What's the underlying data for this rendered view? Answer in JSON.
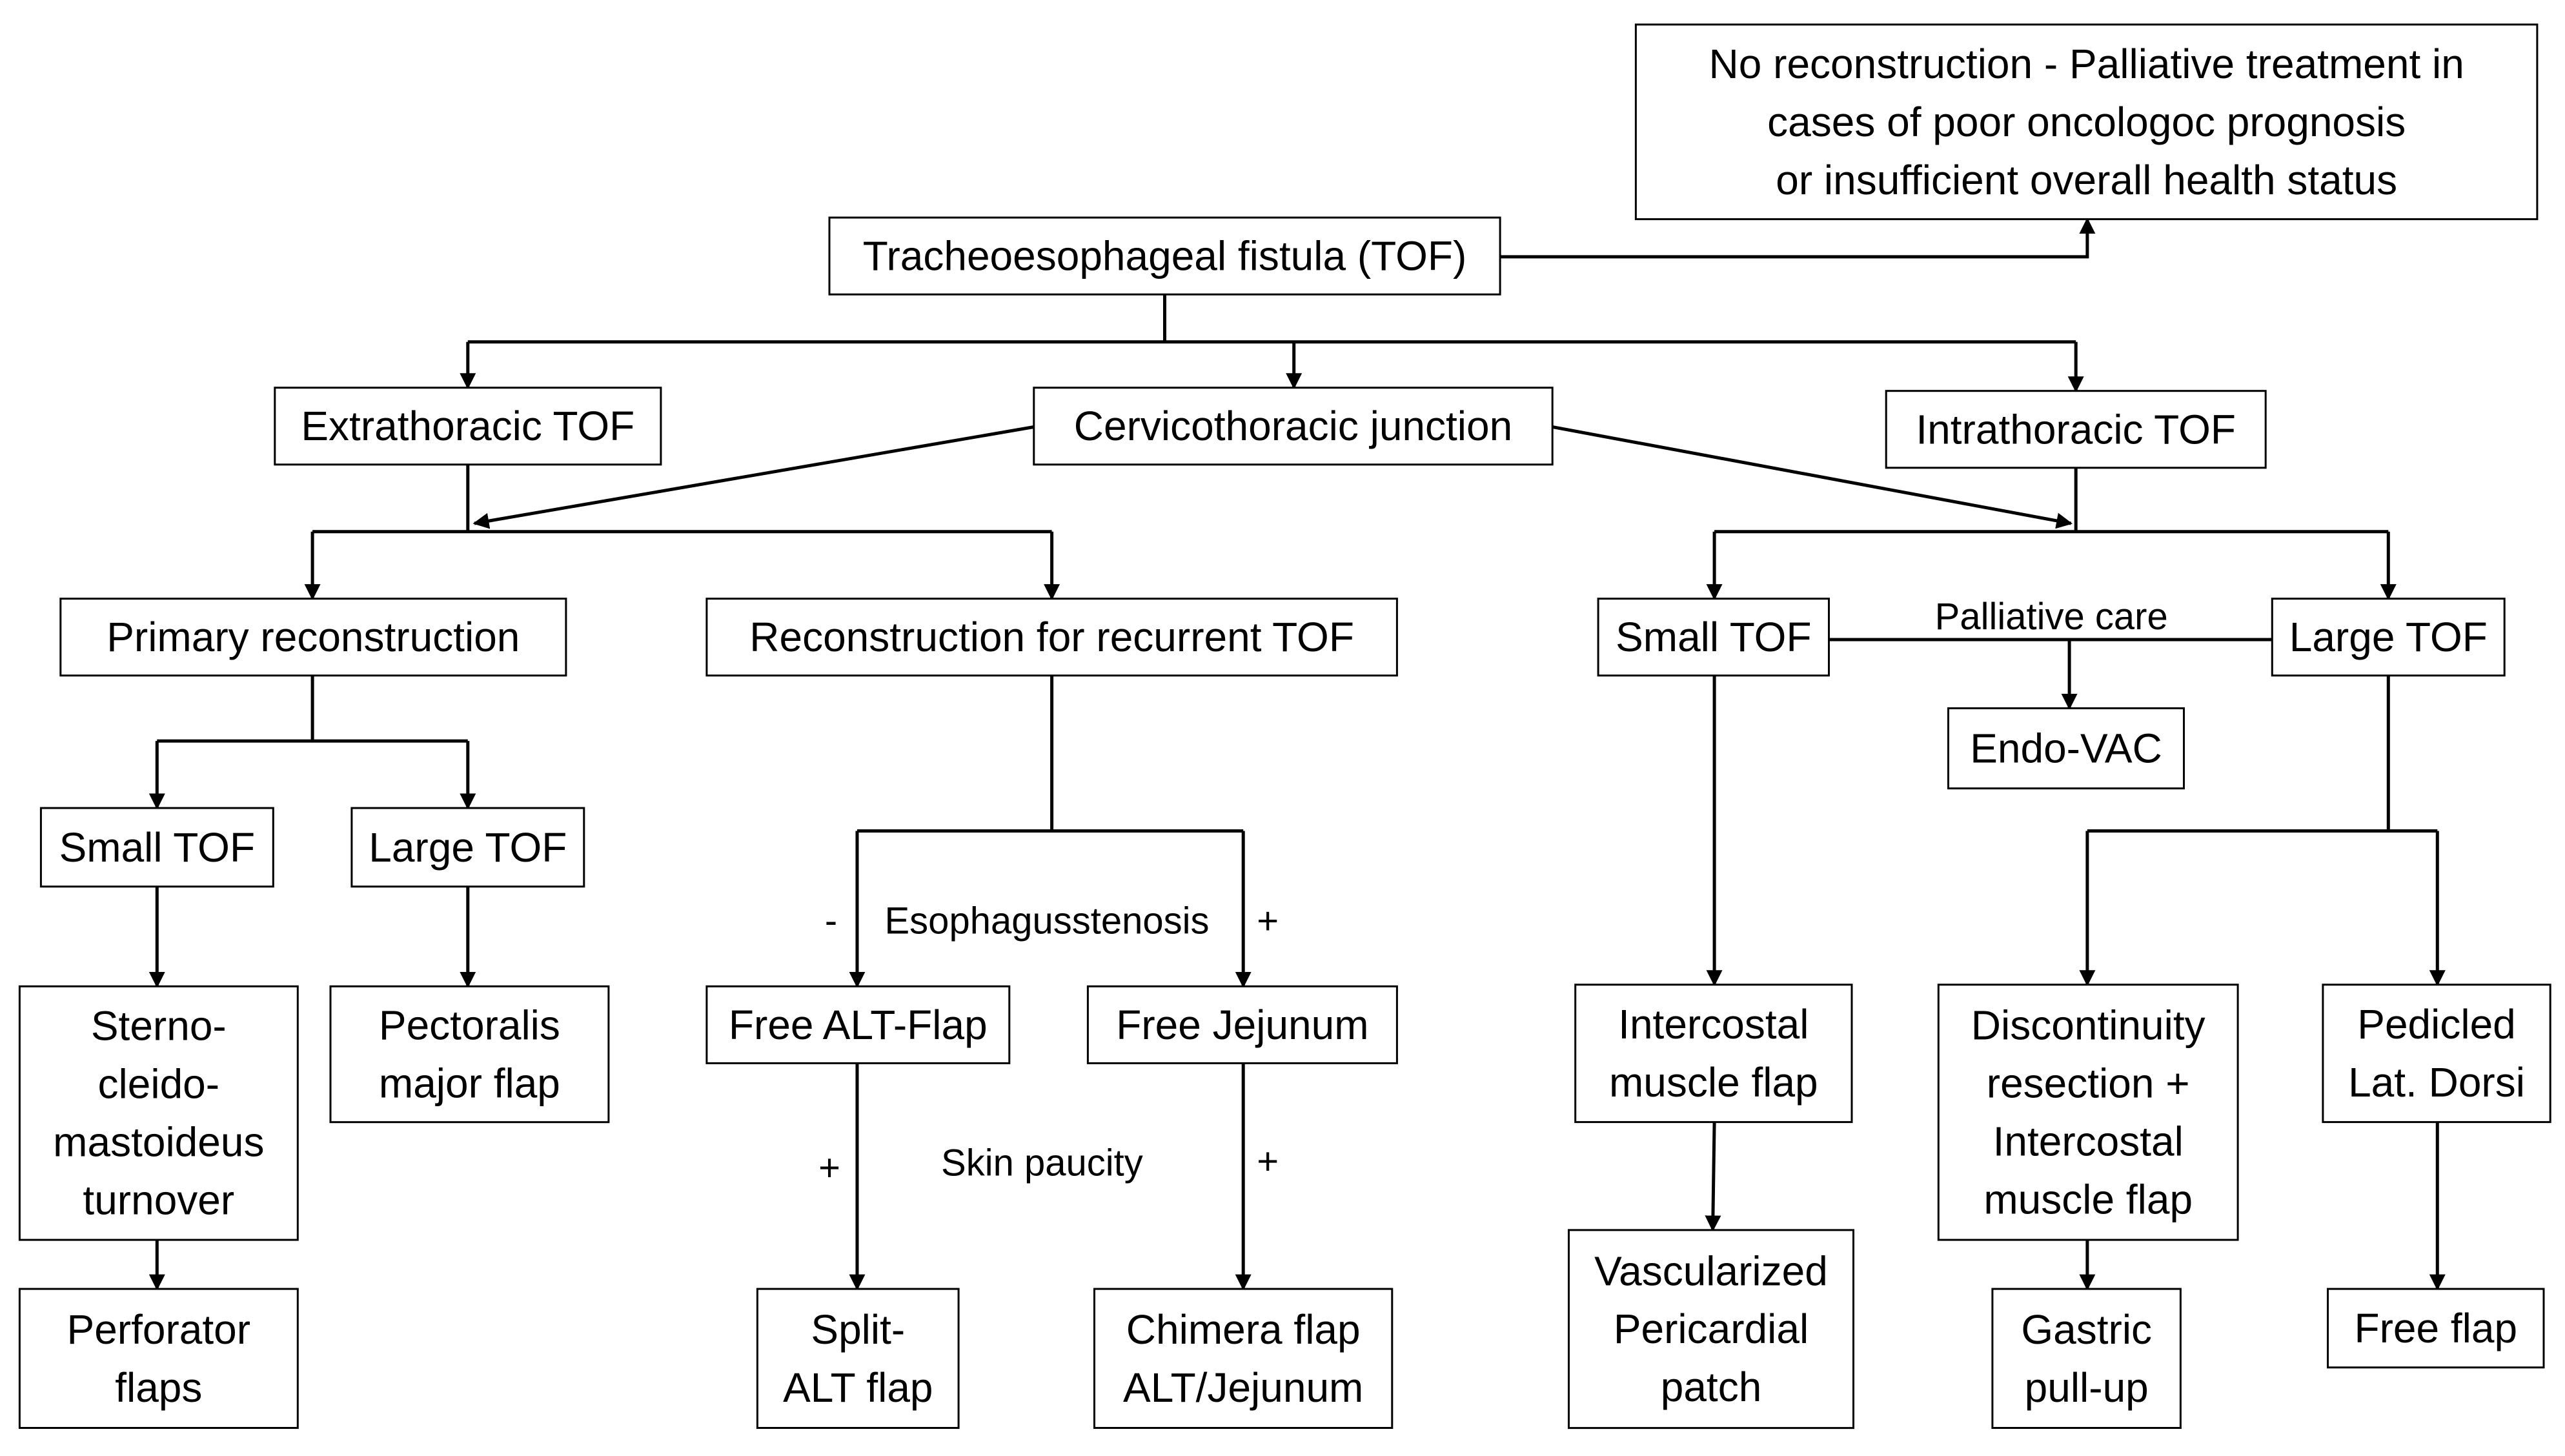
{
  "colors": {
    "line": "#000000",
    "box_fill": "#ffffff",
    "text": "#000000"
  },
  "nodes": {
    "no_reconstruction": {
      "lines": [
        "No reconstruction - Palliative treatment in",
        "cases of poor oncologoc prognosis",
        "or insufficient overall health status"
      ]
    },
    "tof": {
      "lines": [
        "Tracheoesophageal fistula (TOF)"
      ]
    },
    "extrathoracic": {
      "lines": [
        "Extrathoracic TOF"
      ]
    },
    "cervicothoracic": {
      "lines": [
        "Cervicothoracic junction"
      ]
    },
    "intrathoracic": {
      "lines": [
        "Intrathoracic TOF"
      ]
    },
    "primary_reconstruction": {
      "lines": [
        "Primary reconstruction"
      ]
    },
    "recurrent_reconstruction": {
      "lines": [
        "Reconstruction for recurrent TOF"
      ]
    },
    "small_tof_right": {
      "lines": [
        "Small TOF"
      ]
    },
    "large_tof_right": {
      "lines": [
        "Large TOF"
      ]
    },
    "endo_vac": {
      "lines": [
        "Endo-VAC"
      ]
    },
    "small_tof_left": {
      "lines": [
        "Small TOF"
      ]
    },
    "large_tof_left": {
      "lines": [
        "Large TOF"
      ]
    },
    "scm_turnover": {
      "lines": [
        "Sterno-",
        "cleido-",
        "mastoideus",
        "turnover"
      ]
    },
    "pectoralis": {
      "lines": [
        "Pectoralis",
        "major flap"
      ]
    },
    "perforator": {
      "lines": [
        "Perforator",
        "flaps"
      ]
    },
    "free_alt": {
      "lines": [
        "Free ALT-Flap"
      ]
    },
    "free_jejunum": {
      "lines": [
        "Free Jejunum"
      ]
    },
    "split_alt": {
      "lines": [
        "Split-",
        "ALT flap"
      ]
    },
    "chimera": {
      "lines": [
        "Chimera flap",
        "ALT/Jejunum"
      ]
    },
    "intercostal": {
      "lines": [
        "Intercostal",
        "muscle flap"
      ]
    },
    "pericardial": {
      "lines": [
        "Vascularized",
        "Pericardial",
        "patch"
      ]
    },
    "discontinuity": {
      "lines": [
        "Discontinuity",
        "resection +",
        "Intercostal",
        "muscle flap"
      ]
    },
    "gastric": {
      "lines": [
        "Gastric",
        "pull-up"
      ]
    },
    "lat_dorsi": {
      "lines": [
        "Pedicled",
        "Lat. Dorsi"
      ]
    },
    "free_flap": {
      "lines": [
        "Free flap"
      ]
    }
  },
  "labels": {
    "palliative_care": "Palliative care",
    "minus": "-",
    "esophagus_stenosis": "Esophagusstenosis",
    "plus_stenosis": "+",
    "plus_alt": "+",
    "skin_paucity": "Skin paucity",
    "plus_jejunum": "+"
  }
}
